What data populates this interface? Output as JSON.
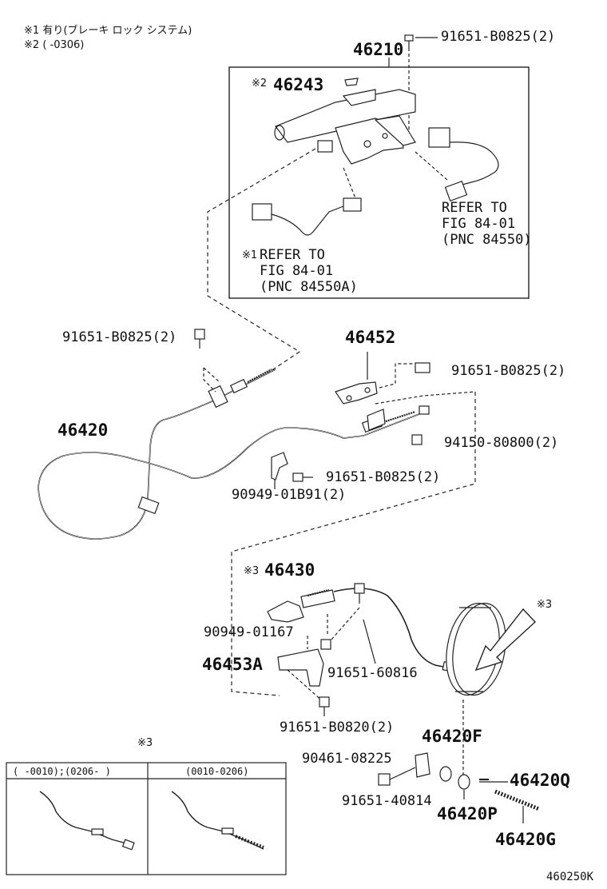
{
  "notes": [
    {
      "mark": "※1",
      "text": "有り(ブレーキ ロック システム)"
    },
    {
      "mark": "※2",
      "text": "(    -0306)"
    }
  ],
  "parts": {
    "p46210": "46210",
    "p46243": "46243",
    "p46452": "46452",
    "p46420": "46420",
    "p46430": "46430",
    "p46453A": "46453A",
    "p46420F": "46420F",
    "p46420P": "46420P",
    "p46420Q": "46420Q",
    "p46420G": "46420G",
    "b91651_b0825_top": "91651-B0825(2)",
    "b91651_b0825_left": "91651-B0825(2)",
    "b91651_b0825_right": "91651-B0825(2)",
    "b91651_b0825_mid": "91651-B0825(2)",
    "n94150_80800": "94150-80800(2)",
    "c90949_01b91": "90949-01B91(2)",
    "c90949_01167": "90949-01167",
    "b91651_60816": "91651-60816",
    "b91651_b0820": "91651-B0820(2)",
    "c90461_08225": "90461-08225",
    "b91651_40814": "91651-40814"
  },
  "marks": {
    "m2": "※2",
    "m1": "※1",
    "m3_a": "※3",
    "m3_b": "※3",
    "m3_c": "※3"
  },
  "refs": {
    "ref_a": [
      "REFER TO",
      "FIG 84-01",
      "(PNC 84550)"
    ],
    "ref_b": [
      "REFER TO",
      "FIG 84-01",
      "(PNC 84550A)"
    ]
  },
  "inset": {
    "col1": "(    -0010);(0206-    )",
    "col2": "(0010-0206)"
  },
  "code": "460250K"
}
